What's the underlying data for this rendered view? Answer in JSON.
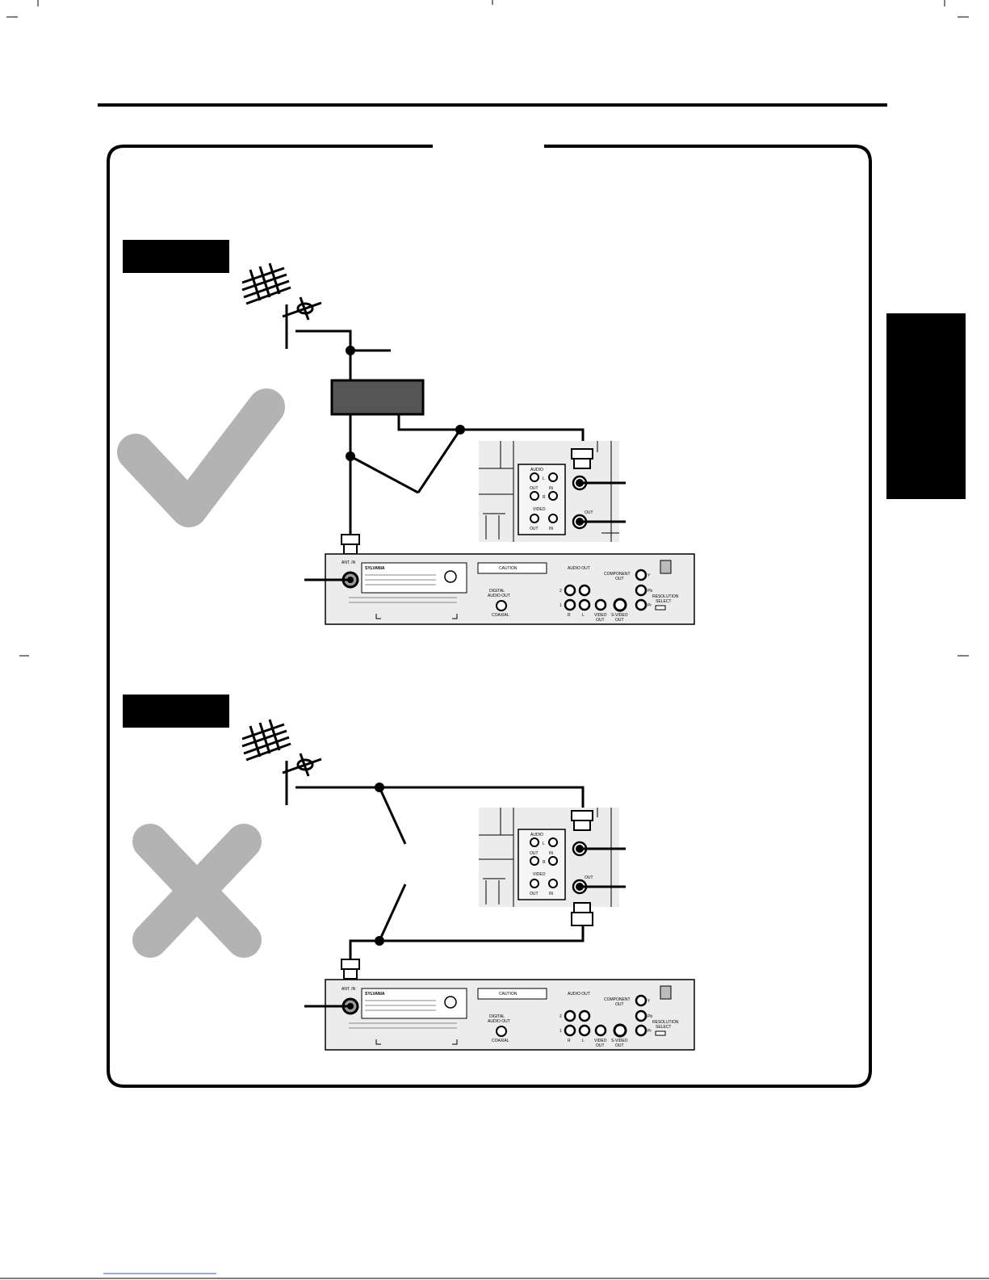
{
  "labels": {
    "ant_in": "ANT. IN",
    "audio": "AUDIO",
    "audio_l": "L",
    "audio_r": "R",
    "out": "OUT",
    "in": "IN",
    "video": "VIDEO",
    "audio_out": "AUDIO OUT",
    "digital_audio_out_1": "DIGITAL",
    "digital_audio_out_2": "AUDIO OUT",
    "coaxial": "COAXIAL",
    "component_out_1": "COMPONENT",
    "component_out_2": "OUT",
    "y": "Y",
    "pb": "Pb",
    "pr": "Pr",
    "resolution_select_1": "RESOLUTION",
    "resolution_select_2": "SELECT",
    "video_out_1": "VIDEO",
    "video_out_2": "OUT",
    "svideo_out_1": "S-VIDEO",
    "svideo_out_2": "OUT",
    "brand": "SYLVANIA",
    "caution": "CAUTION",
    "num_1": "1",
    "num_2": "2"
  },
  "colors": {
    "ok_mark": "#b3b3b3",
    "ng_mark": "#b3b3b3",
    "device_box": "#555555",
    "panel_bg": "#ececec",
    "line": "#000000"
  }
}
